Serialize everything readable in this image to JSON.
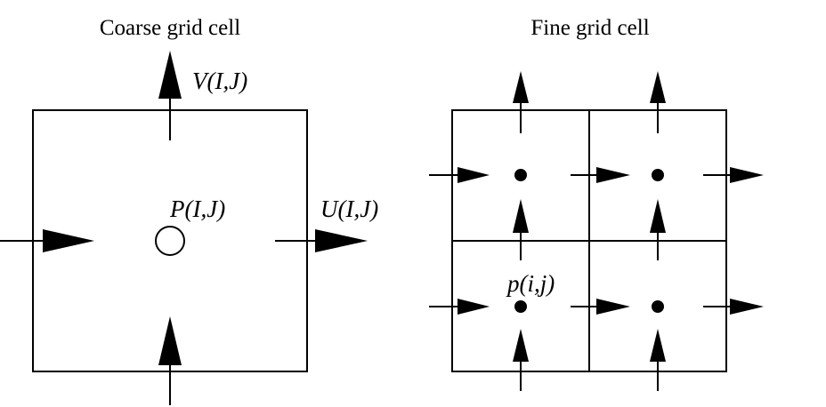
{
  "coarse": {
    "title": "Coarse grid cell",
    "pressure_label": "P(I,J)",
    "u_label": "U(I,J)",
    "v_label": "V(I,J)"
  },
  "fine": {
    "title": "Fine grid cell",
    "pressure_label": "p(i,j)"
  },
  "colors": {
    "stroke": "#000000",
    "background": "#ffffff"
  }
}
